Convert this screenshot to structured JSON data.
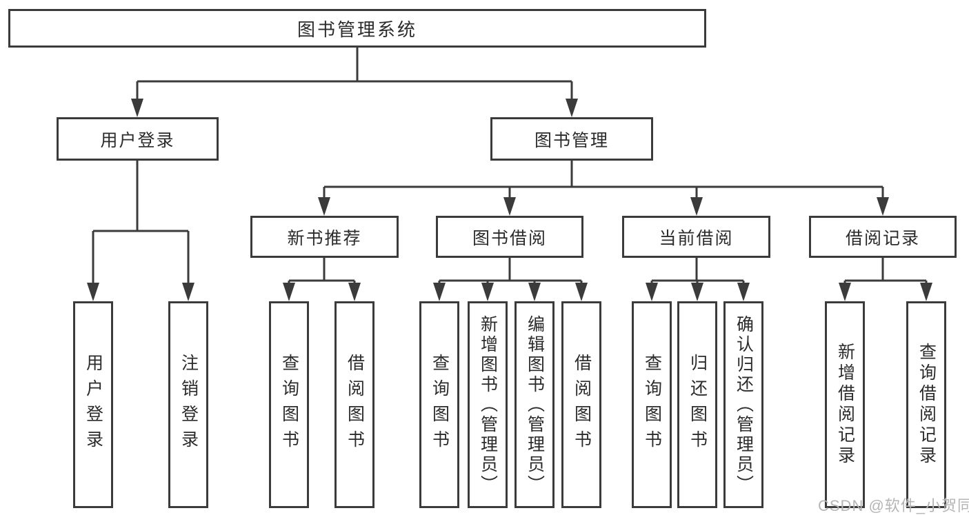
{
  "diagram": {
    "type": "tree",
    "root": {
      "label": "图书管理系统"
    },
    "level2": {
      "user_login": {
        "label": "用户登录"
      },
      "book_management": {
        "label": "图书管理"
      }
    },
    "level3": {
      "new_book_recommend": {
        "label": "新书推荐"
      },
      "book_borrow": {
        "label": "图书借阅"
      },
      "current_borrow": {
        "label": "当前借阅"
      },
      "borrow_records": {
        "label": "借阅记录"
      }
    },
    "leaves": {
      "user_login": [
        {
          "label": "用户登录"
        },
        {
          "label": "注销登录"
        }
      ],
      "new_book_recommend": [
        {
          "label": "查询图书"
        },
        {
          "label": "借阅图书"
        }
      ],
      "book_borrow": [
        {
          "label": "查询图书"
        },
        {
          "label": "新增图书（管理员）"
        },
        {
          "label": "编辑图书（管理员）"
        },
        {
          "label": "借阅图书"
        }
      ],
      "current_borrow": [
        {
          "label": "查询图书"
        },
        {
          "label": "归还图书"
        },
        {
          "label": "确认归还（管理员）"
        }
      ],
      "borrow_records": [
        {
          "label": "新增借阅记录"
        },
        {
          "label": "查询借阅记录"
        }
      ]
    },
    "colors": {
      "line": "#3b3b3b",
      "box_border": "#3b3b3b",
      "text": "#2b2b2b",
      "background": "#ffffff",
      "watermark": "#b5b5b5"
    }
  },
  "watermark": {
    "text": "CSDN @软件_小贺同学"
  }
}
